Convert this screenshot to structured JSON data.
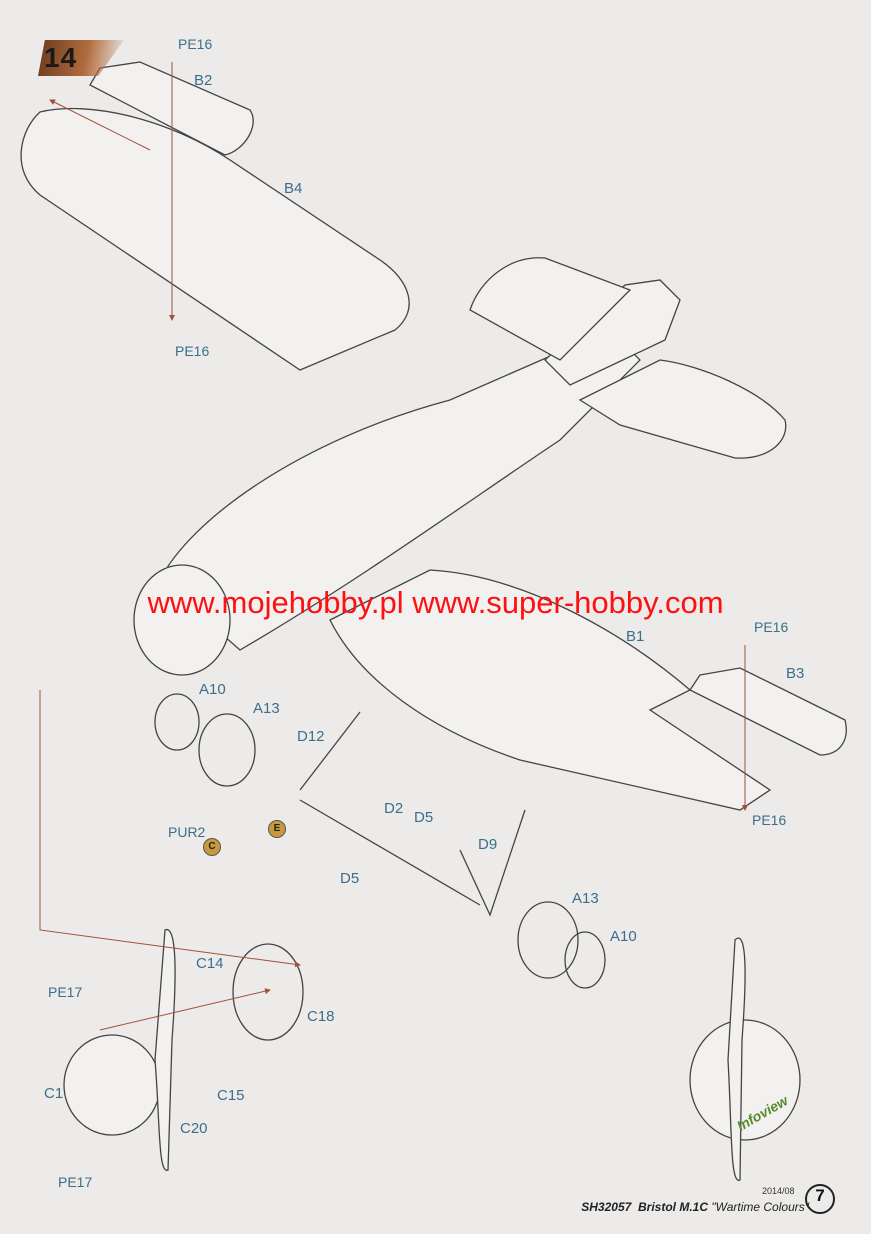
{
  "step": {
    "number": "14"
  },
  "parts": {
    "pe16_top": "PE16",
    "b2": "B2",
    "b4": "B4",
    "pe16_mid": "PE16",
    "b1": "B1",
    "pe16_right_top": "PE16",
    "b3": "B3",
    "pe16_right_bottom": "PE16",
    "a10_left": "A10",
    "a13_left": "A13",
    "d12": "D12",
    "pur2": "PUR2",
    "d2": "D2",
    "d5_a": "D5",
    "d5_b": "D5",
    "d9": "D9",
    "a13_right": "A13",
    "a10_right": "A10",
    "c14": "C14",
    "pe17_top": "PE17",
    "c18": "C18",
    "c1": "C1",
    "c15": "C15",
    "c20": "C20",
    "pe17_bottom": "PE17"
  },
  "markers": {
    "c": "C",
    "e": "E"
  },
  "watermark": "www.mojehobby.pl www.super-hobby.com",
  "logo_text": "Infoview",
  "footer": {
    "code": "SH32057",
    "model": "Bristol M.1C",
    "subtitle": "\"Wartime Colours\"",
    "date": "2014/08",
    "page": "7"
  },
  "colors": {
    "label": "#3c6e8c",
    "arrow": "#a0503c",
    "line": "#444444",
    "watermark": "#ff1010"
  }
}
